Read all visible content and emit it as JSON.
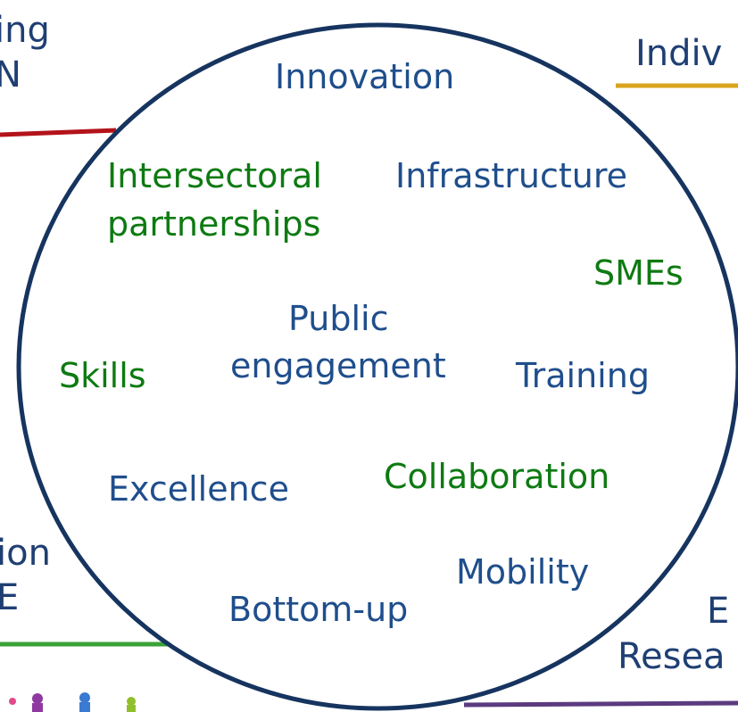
{
  "colors": {
    "blue_text": "#1f4e8c",
    "green_text": "#0e7a12",
    "circle_stroke": "#16345f",
    "line_red": "#b3131a",
    "line_gold": "#d9a41c",
    "line_green": "#3aa238",
    "line_purple": "#5b3b7f"
  },
  "edge_labels": {
    "top_left_line1": "ing",
    "top_left_line2": "N",
    "top_right": "Indiv",
    "bottom_left_line1": "ion",
    "bottom_left_line2": "E",
    "bottom_right_line1": "E",
    "bottom_right_line2": "Resea"
  },
  "circle_terms": {
    "innovation": "Innovation",
    "intersectoral_line1": "Intersectoral",
    "intersectoral_line2": "partnerships",
    "infrastructure": "Infrastructure",
    "smes": "SMEs",
    "public_line1": "Public",
    "public_line2": "engagement",
    "skills": "Skills",
    "training": "Training",
    "excellence": "Excellence",
    "collaboration": "Collaboration",
    "mobility": "Mobility",
    "bottom_up": "Bottom-up"
  }
}
